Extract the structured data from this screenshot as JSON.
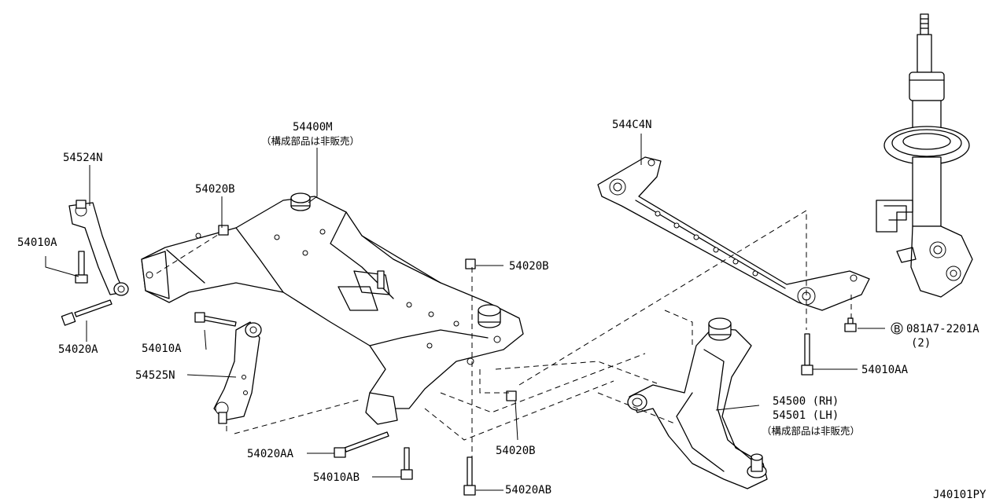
{
  "labels": {
    "crossmember_part": "54400M",
    "crossmember_note": "（構成部品は非販売）",
    "brace_part": "544C4N",
    "bracket_top_part": "54524N",
    "bracket_bottom_part": "54525N",
    "bolt_54010A_left": "54010A",
    "bolt_54010A_mid": "54010A",
    "bolt_54020A": "54020A",
    "nut_54020B_top": "54020B",
    "nut_54020B_right": "54020B",
    "nut_54020B_lower": "54020B",
    "bolt_54020AA": "54020AA",
    "bolt_54010AB": "54010AB",
    "bolt_54020AB": "54020AB",
    "bolt_54010AA": "54010AA",
    "bolt_081A7": "081A7-2201A",
    "bolt_081A7_circle": "B",
    "bolt_081A7_qty": "(2)",
    "arm_rh": "54500 (RH)",
    "arm_lh": "54501 (LH)",
    "arm_note": "（構成部品は非販売）",
    "diagram_code": "J40101PY"
  }
}
